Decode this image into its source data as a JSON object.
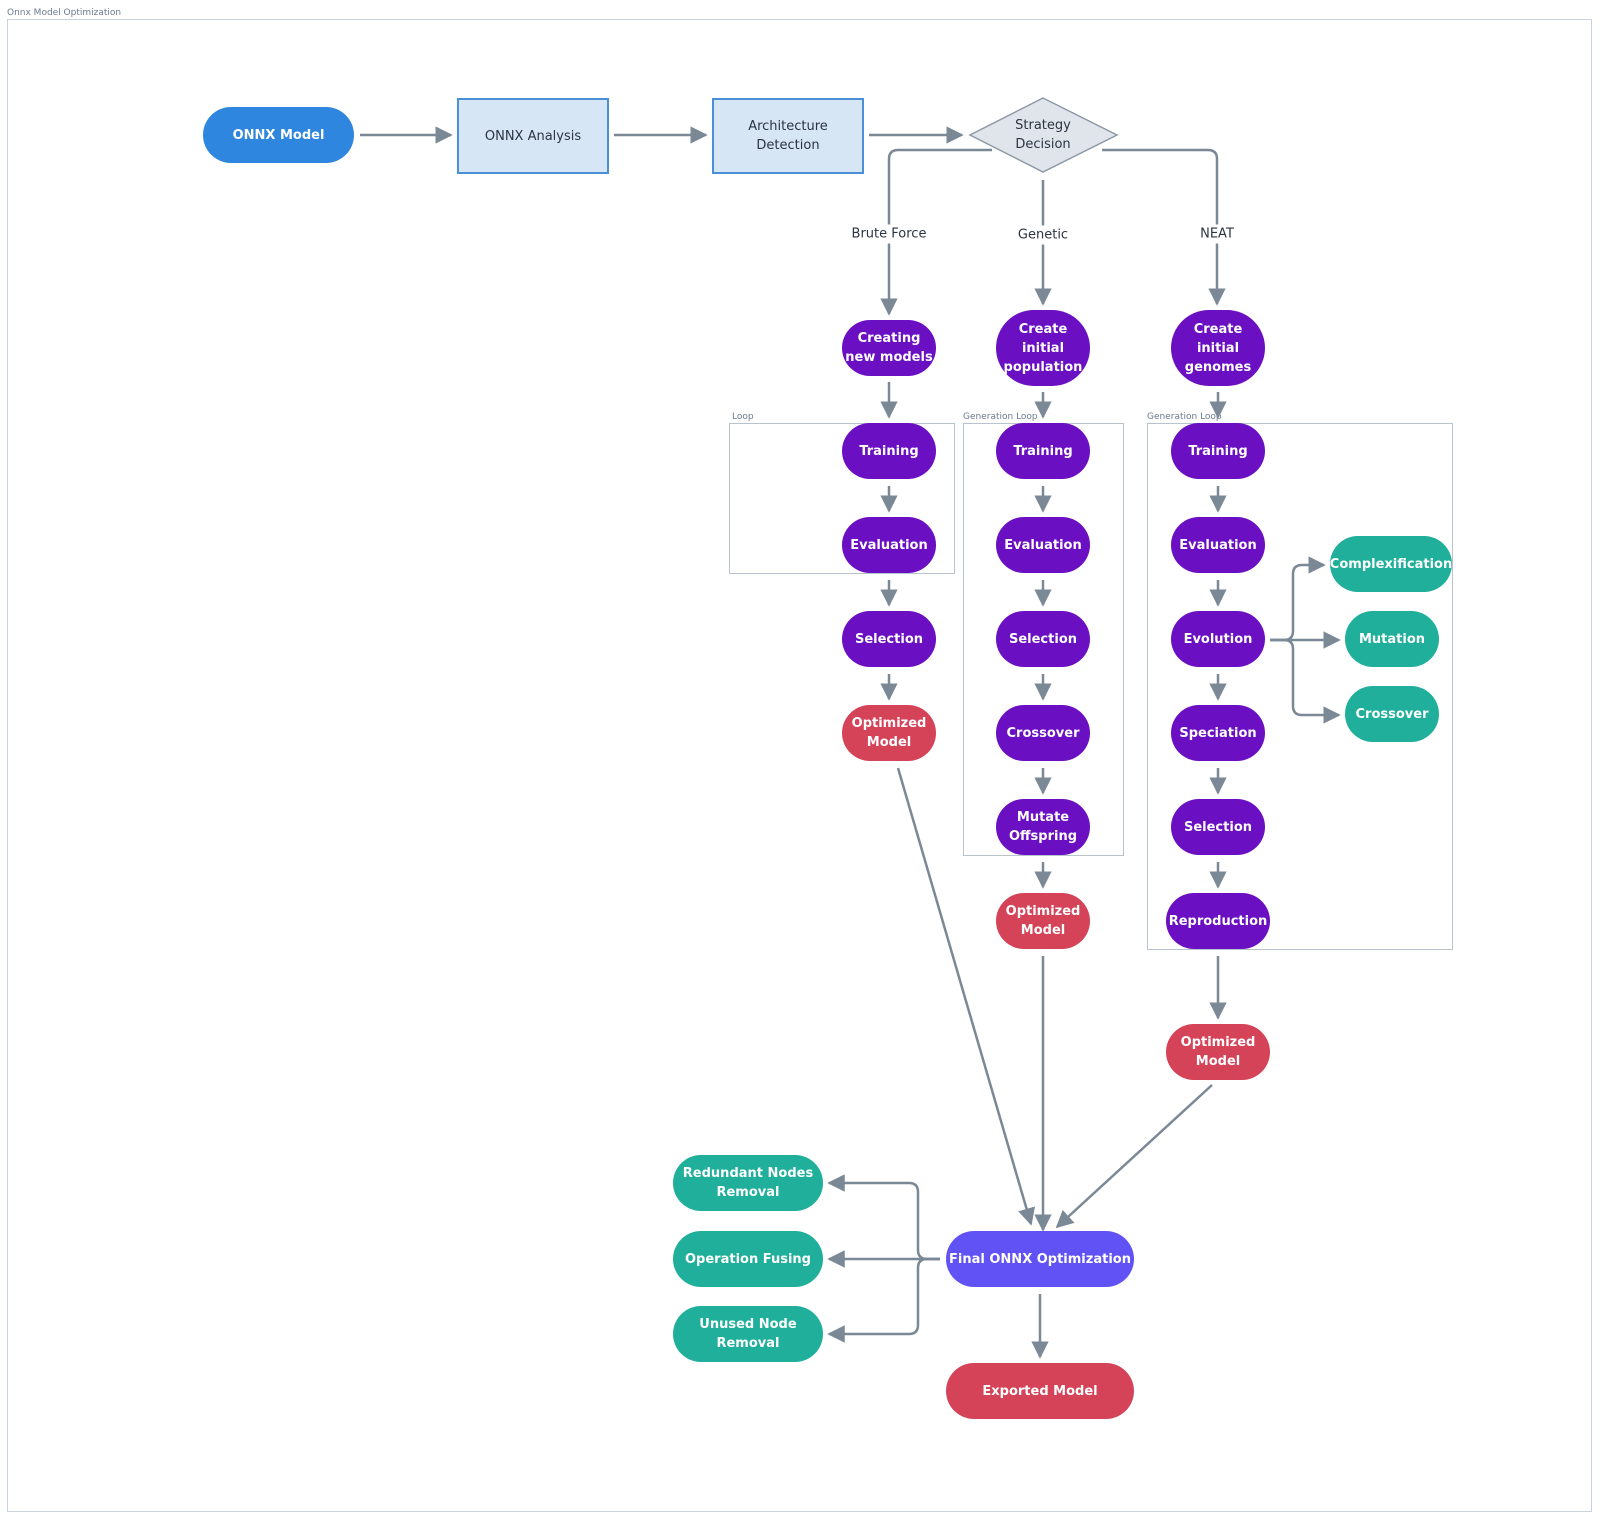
{
  "title": "Onnx Model Optimization",
  "colors": {
    "process": "#6b0fc2",
    "result": "#d44358",
    "operation": "#1faf9a",
    "input": "#2e86de",
    "final": "#6052f5",
    "analysis_fill": "#d6e6f5",
    "analysis_border": "#4a90d9",
    "edge": "#7b8896"
  },
  "groups": {
    "brute_loop": "Loop",
    "genetic_loop": "Generation Loop",
    "neat_loop": "Generation Loop"
  },
  "nodes": {
    "onnx_model": "ONNX Model",
    "onnx_analysis": "ONNX Analysis",
    "architecture_detection": "Architecture\nDetection",
    "strategy_decision": "Strategy\nDecision",
    "bf_create": "Creating\nnew models",
    "bf_training": "Training",
    "bf_evaluation": "Evaluation",
    "bf_selection": "Selection",
    "bf_optimized": "Optimized\nModel",
    "ga_create": "Create\ninitial\npopulation",
    "ga_training": "Training",
    "ga_evaluation": "Evaluation",
    "ga_selection": "Selection",
    "ga_crossover": "Crossover",
    "ga_mutate": "Mutate\nOffspring",
    "ga_optimized": "Optimized\nModel",
    "neat_create": "Create\ninitial\ngenomes",
    "neat_training": "Training",
    "neat_evaluation": "Evaluation",
    "neat_evolution": "Evolution",
    "neat_speciation": "Speciation",
    "neat_selection": "Selection",
    "neat_reproduction": "Reproduction",
    "neat_optimized": "Optimized\nModel",
    "complexification": "Complexification",
    "mutation": "Mutation",
    "crossover": "Crossover",
    "final_optimization": "Final ONNX Optimization",
    "redundant_removal": "Redundant Nodes\nRemoval",
    "operation_fusing": "Operation Fusing",
    "unused_removal": "Unused Node\nRemoval",
    "exported_model": "Exported Model"
  },
  "edge_labels": {
    "brute_force": "Brute Force",
    "genetic": "Genetic",
    "neat": "NEAT"
  }
}
